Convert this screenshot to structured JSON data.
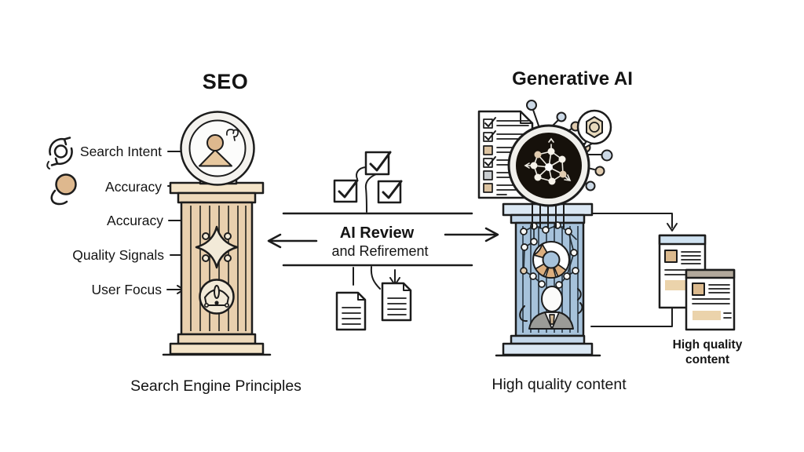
{
  "left": {
    "title": "SEO",
    "labels": [
      "Search Intent",
      "Accuracy",
      "Accuracy",
      "Quality Signals",
      "User Focus"
    ],
    "caption": "Search Engine Principles"
  },
  "center": {
    "label_line1": "AI Review",
    "label_line2": "and Refirement"
  },
  "right": {
    "title": "Generative AI",
    "caption": "High quality content",
    "docs_caption": {
      "line1": "High quality",
      "line2": "content"
    }
  },
  "icons": {
    "legend1": "circular-arrows-icon",
    "legend2": "person-dot-icon",
    "pillar_top_left": "magnifier-person-icon",
    "pillar_mid_left": "compass-star-icon",
    "pillar_low_left": "award-badge-icon",
    "center_top": "checkbox-cluster-icon",
    "center_bottom": "document-icons",
    "right_top": "ai-core-network-icon",
    "right_checklist": "checklist-document-icon",
    "right_bubble": "gear-speech-bubble-icon",
    "right_mid": "donut-chart-icon",
    "right_low": "person-avatar-icon",
    "right_output": "webpage-icons"
  },
  "colors": {
    "background": "#ffffff",
    "ink": "#1c1c1c",
    "pillar_tan": "#e9d0ae",
    "pillar_tan_light": "#f4e4c8",
    "pillar_tan_mid": "#eed9ba",
    "cream": "#f2ead8",
    "skin_tan": "#deb88e",
    "body_tan": "#e7c89f",
    "bulb_gray": "#f4f2ee",
    "pillar_blue": "#a6c2db",
    "pillar_blue_light": "#dbe8f4",
    "pillar_blue_mid": "#c3d7ea",
    "ai_core_black": "#16110b",
    "ring_white": "#f1f0ec",
    "node_blue": "#ccd9e6",
    "node_tan": "#e0cbaf",
    "gear_tan": "#e7d9bd",
    "check_tan": "#dcc3a1",
    "check_gray": "#c9cdd0",
    "doc_header_blue": "#cfe2f1",
    "doc_header_gray": "#b2a89b",
    "doc_img_tan": "#dcba8e",
    "doc_bar_tan": "#ebd3ab",
    "donut_tan": "#dcae7e",
    "suit_gray": "#9b9b97",
    "tie_tan": "#d6bb97",
    "node_white": "#f8f8f6"
  }
}
